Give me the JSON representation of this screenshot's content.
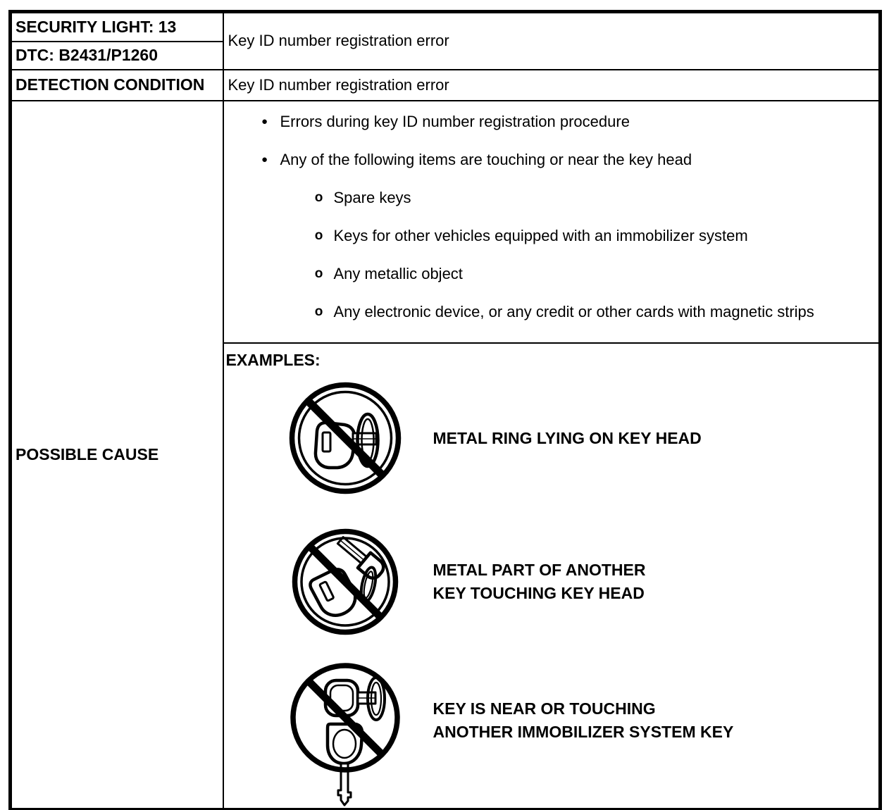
{
  "colors": {
    "ink": "#000000",
    "paper": "#ffffff"
  },
  "glyphs": {
    "bullet": "●",
    "sub_bullet": "o"
  },
  "table": {
    "security_light": "SECURITY LIGHT: 13",
    "dtc": "DTC: B2431/P1260",
    "description": "Key ID number registration error",
    "detection_condition_label": "DETECTION CONDITION",
    "detection_condition_value": "Key ID number registration error",
    "possible_cause_label": "POSSIBLE CAUSE"
  },
  "possible_cause": {
    "items": [
      {
        "level": 1,
        "text": "Errors during key ID number registration procedure"
      },
      {
        "level": 1,
        "text": "Any of the following items are touching or near the key head"
      },
      {
        "level": 2,
        "text": "Spare keys"
      },
      {
        "level": 2,
        "text": "Keys for other vehicles equipped with an immobilizer system"
      },
      {
        "level": 2,
        "text": "Any metallic object"
      },
      {
        "level": 2,
        "text": "Any electronic device, or any credit or other cards with magnetic strips"
      }
    ],
    "examples": {
      "heading": "EXAMPLES:",
      "items": [
        {
          "icon": "no-metal-ring-on-key-icon",
          "caption_lines": [
            "METAL RING LYING ON KEY HEAD"
          ]
        },
        {
          "icon": "no-key-touching-key-head-icon",
          "caption_lines": [
            "METAL PART OF ANOTHER",
            "KEY TOUCHING KEY HEAD"
          ]
        },
        {
          "icon": "no-key-near-immobilizer-key-icon",
          "caption_lines": [
            "KEY IS NEAR OR TOUCHING",
            "ANOTHER IMMOBILIZER SYSTEM KEY"
          ]
        }
      ]
    }
  }
}
